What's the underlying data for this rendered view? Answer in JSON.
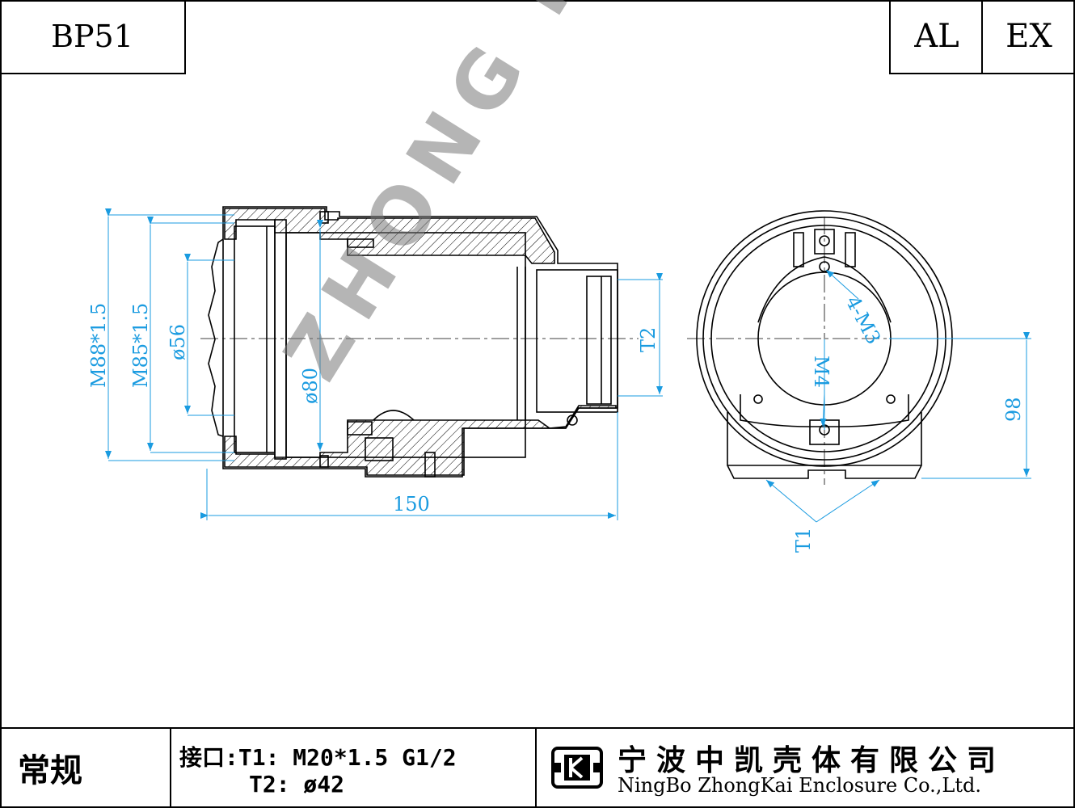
{
  "header": {
    "model_code": "BP51",
    "tags": [
      "AL",
      "EX"
    ]
  },
  "drawing": {
    "watermark": "ZHONG KAI",
    "side_view": {
      "dims": {
        "thread_outer": "M88*1.5",
        "thread_inner": "M85*1.5",
        "bore_56": "ø56",
        "bore_80": "ø80",
        "port_t2": "T2",
        "length": "150"
      }
    },
    "front_view": {
      "dims": {
        "screws": "4-M3",
        "m4": "M4",
        "height": "98",
        "port_t1": "T1"
      }
    }
  },
  "footer": {
    "type_label": "常规",
    "ports_line1": "接口:T1: M20*1.5 G1/2",
    "ports_line2": "T2: ø42",
    "company_cn": "宁波中凯壳体有限公司",
    "company_en": "NingBo ZhongKai Enclosure Co.,Ltd."
  },
  "colors": {
    "dimension": "#1a9be0",
    "outline": "#000000",
    "watermark": "#787878"
  }
}
